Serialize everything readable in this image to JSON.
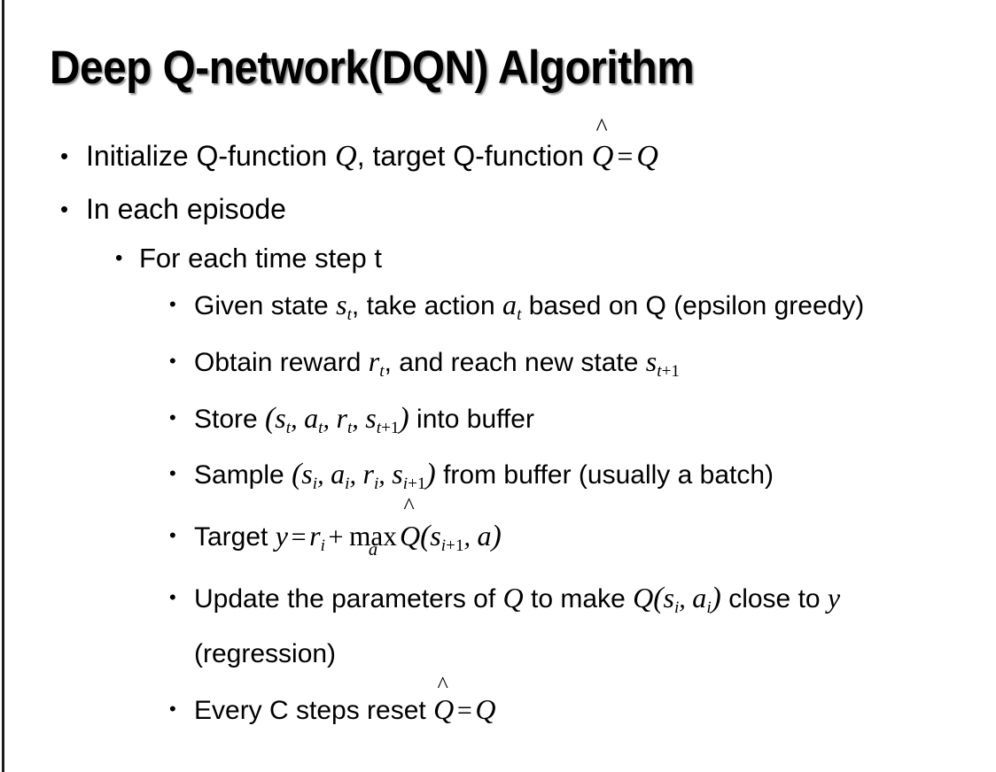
{
  "slide": {
    "title": "Deep Q-network(DQN) Algorithm",
    "background_color": "#ffffff",
    "text_color": "#000000",
    "edge_rule_color": "#1a1a1a",
    "bullet_glyph": "•"
  },
  "bullets": {
    "b1": {
      "level": 1,
      "pre": "Initialize Q-function ",
      "var_q": "Q",
      "mid": ", target Q-function ",
      "qhat_base": "Q",
      "qhat_accent": "^",
      "eq": "=",
      "var_q2": "Q"
    },
    "b2": {
      "level": 1,
      "text": "In each episode"
    },
    "b3": {
      "level": 2,
      "text": "For each time step t"
    },
    "b4": {
      "level": 3,
      "pre": "Given state ",
      "s": "s",
      "s_sub": "t",
      "mid": ", take action ",
      "a": "a",
      "a_sub": "t",
      "post": " based on Q (epsilon greedy)"
    },
    "b5": {
      "level": 3,
      "pre": "Obtain reward ",
      "r": "r",
      "r_sub": "t",
      "mid": ", and reach new state ",
      "s": "s",
      "s_sub_i": "t",
      "s_sub_plus": "+1"
    },
    "b6": {
      "level": 3,
      "pre": "Store ",
      "open": "(",
      "v1": "s",
      "v1_sub": "t",
      "v2": "a",
      "v2_sub": "t",
      "v3": "r",
      "v3_sub": "t",
      "v4": "s",
      "v4_sub_i": "t",
      "v4_sub_plus": "+1",
      "close": ")",
      "post": " into buffer",
      "sep": ", "
    },
    "b7": {
      "level": 3,
      "pre": "Sample ",
      "open": "(",
      "v1": "s",
      "v1_sub": "i",
      "v2": "a",
      "v2_sub": "i",
      "v3": "r",
      "v3_sub": "i",
      "v4": "s",
      "v4_sub_i": "i",
      "v4_sub_plus": "+1",
      "close": ")",
      "post": " from buffer (usually a batch)",
      "sep": ", "
    },
    "b8": {
      "level": 3,
      "pre": "Target ",
      "y": "y",
      "eq": "=",
      "r": "r",
      "r_sub": "i",
      "plus": "+",
      "max_label": "max",
      "max_under": "a",
      "qhat_base": "Q",
      "qhat_accent": "^",
      "open": "(",
      "s": "s",
      "s_sub_i": "i",
      "s_sub_plus": "+1",
      "sep": ", ",
      "a": "a",
      "close": ")"
    },
    "b9": {
      "level": 3,
      "pre": "Update the parameters of ",
      "q1": "Q",
      "mid": " to make ",
      "q2": "Q",
      "open": "(",
      "s": "s",
      "s_sub": "i",
      "sep": ", ",
      "a": "a",
      "a_sub": "i",
      "close": ")",
      "post1": " close to ",
      "y": "y",
      "post2": " (regression)"
    },
    "b10": {
      "level": 3,
      "pre": "Every C steps reset ",
      "qhat_base": "Q",
      "qhat_accent": "^",
      "eq": "=",
      "q": "Q"
    }
  }
}
